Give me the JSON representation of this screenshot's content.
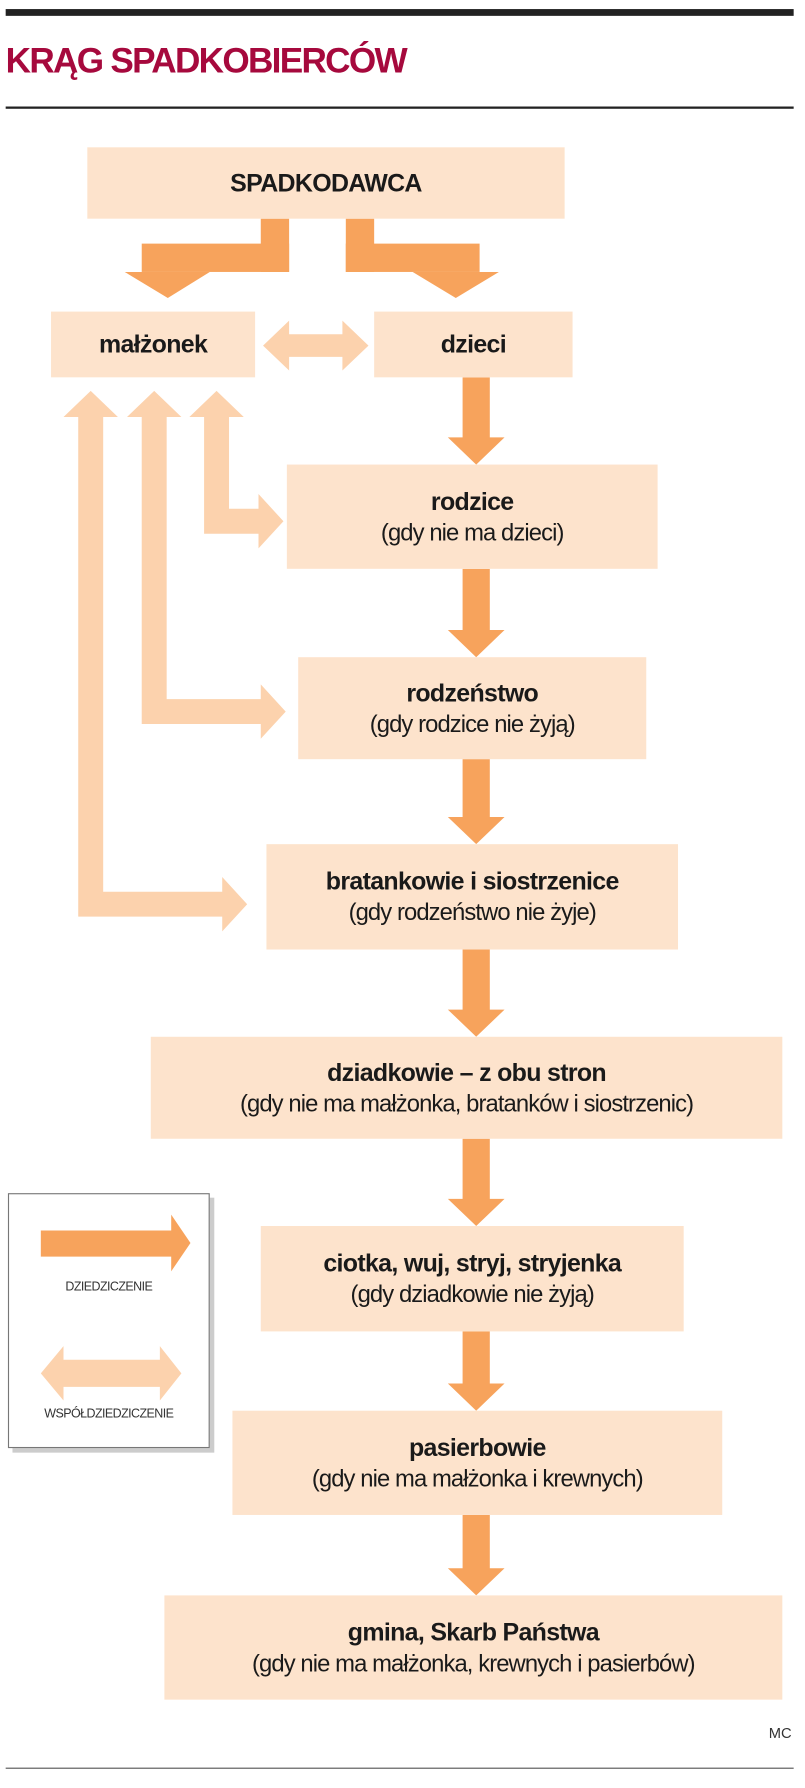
{
  "title": "KRĄG SPADKOBIERCÓW",
  "colors": {
    "title": "#a6093d",
    "box": "#fde3cc",
    "inherit_arrow": "#f7a35c",
    "coinherit_arrow": "#fcd2ad"
  },
  "nodes": {
    "spadkodawca": {
      "label": "SPADKODAWCA"
    },
    "malzonek": {
      "label": "małżonek"
    },
    "dzieci": {
      "label": "dzieci"
    },
    "rodzice": {
      "label": "rodzice",
      "note": "(gdy nie ma dzieci)"
    },
    "rodzenstwo": {
      "label": "rodzeństwo",
      "note": "(gdy rodzice nie żyją)"
    },
    "bratankowie": {
      "label": "bratankowie i siostrzenice",
      "note": "(gdy rodzeństwo nie żyje)"
    },
    "dziadkowie": {
      "label": "dziadkowie – z obu stron",
      "note": "(gdy nie ma małżonka, bratanków i siostrzenic)"
    },
    "ciotka": {
      "label": "ciotka, wuj, stryj, stryjenka",
      "note": "(gdy dziadkowie nie żyją)"
    },
    "pasierbowie": {
      "label": "pasierbowie",
      "note": "(gdy nie ma małżonka i krewnych)"
    },
    "gmina": {
      "label": "gmina, Skarb Państwa",
      "note": "(gdy nie ma małżonka, krewnych i pasierbów)"
    }
  },
  "legend": {
    "inherit": "DZIEDZICZENIE",
    "coinherit": "WSPÓŁDZIEDZICZENIE"
  },
  "credit": "MC"
}
